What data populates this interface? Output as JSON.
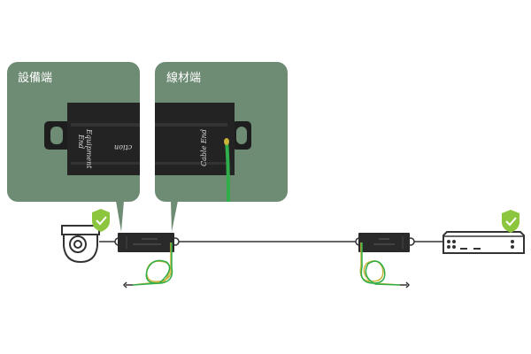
{
  "panels": {
    "equipment_end": {
      "title": "設備端",
      "device_label_1": "Equipment",
      "device_label_2": "End",
      "device_label_3": "ction"
    },
    "cable_end": {
      "title": "線材端",
      "device_label": "Cable End"
    }
  },
  "colors": {
    "panel": "#6e8b74",
    "check": "#8cc63f",
    "ground_green": "#2fae4a",
    "ground_yellow": "#c9b43a",
    "device": "#2a2a2a",
    "cable": "#666666"
  }
}
